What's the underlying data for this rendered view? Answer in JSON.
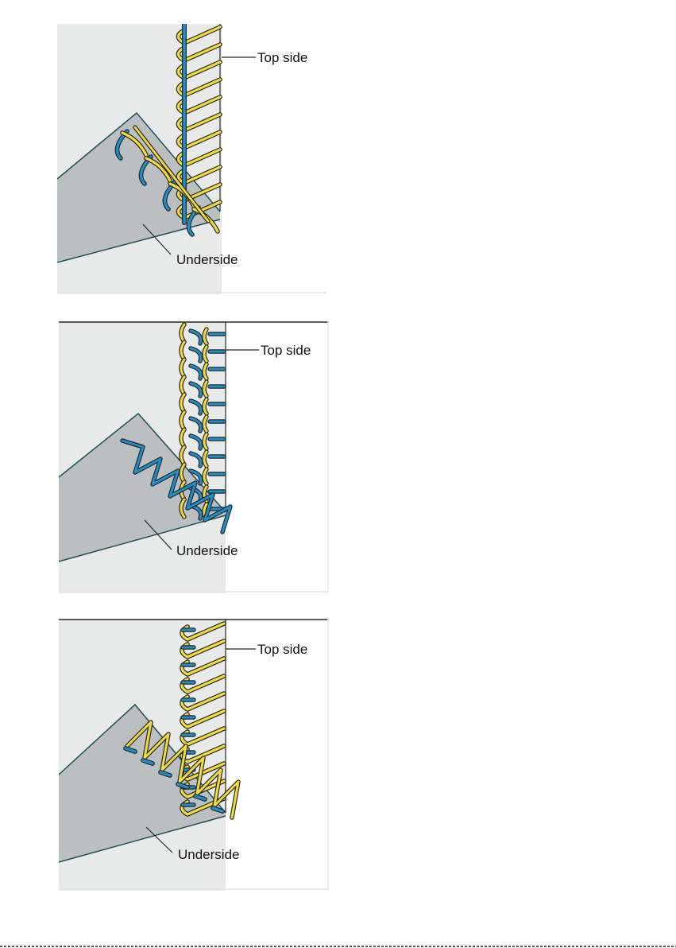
{
  "colors": {
    "top_fabric": "#e8eaea",
    "underside_fabric": "#bcbfc1",
    "fabric_edge": "#1f4f52",
    "needle_thread": "#1e8fc8",
    "looper_thread": "#f2dc3a",
    "thread_outline": "#262626",
    "label_text": "#111111"
  },
  "panels": [
    {
      "id": "panel-1",
      "labels": {
        "top": "Top side",
        "bottom": "Underside"
      }
    },
    {
      "id": "panel-2",
      "labels": {
        "top": "Top side",
        "bottom": "Underside"
      }
    },
    {
      "id": "panel-3",
      "labels": {
        "top": "Top side",
        "bottom": "Underside"
      }
    }
  ]
}
